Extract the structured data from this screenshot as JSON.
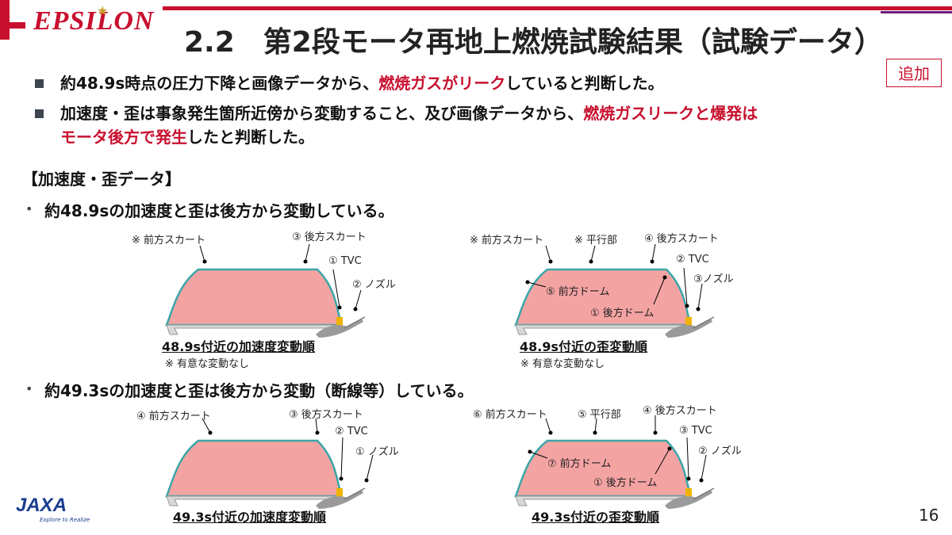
{
  "header": {
    "logo_text": "EPSILON",
    "title": "2.2　第2段モータ再地上燃焼試験結果（試験データ）",
    "tag": "追加"
  },
  "bullets": [
    {
      "parts": [
        {
          "text": "約48.9s時点の圧力下降と画像データから、"
        },
        {
          "text": "燃焼ガスがリーク",
          "highlight": true
        },
        {
          "text": "していると判断した。"
        }
      ]
    },
    {
      "line1": [
        {
          "text": "加速度・歪は事象発生箇所近傍から変動すること、及び画像データから、"
        },
        {
          "text": "燃焼ガスリークと爆発は",
          "highlight": true
        }
      ],
      "line2": [
        {
          "text": "モータ後方で発生",
          "highlight": true
        },
        {
          "text": "したと判断した。"
        }
      ]
    }
  ],
  "section_heading": "【加速度・歪データ】",
  "sub_bullets": [
    "約48.9sの加速度と歪は後方から変動している。",
    "約49.3sの加速度と歪は後方から変動（断線等）している。"
  ],
  "diagrams": {
    "d1": {
      "labels": [
        "※ 前方スカート",
        "③ 後方スカート",
        "① TVC",
        "② ノズル"
      ],
      "caption": "48.9s付近の加速度変動順",
      "note": "※ 有意な変動なし"
    },
    "d2": {
      "labels": [
        "※ 前方スカート",
        "※ 平行部",
        "④ 後方スカート",
        "② TVC",
        "③ノズル",
        "⑤ 前方ドーム",
        "① 後方ドーム"
      ],
      "caption": "48.9s付近の歪変動順",
      "note": "※ 有意な変動なし"
    },
    "d3": {
      "labels": [
        "④ 前方スカート",
        "③ 後方スカート",
        "② TVC",
        "① ノズル"
      ],
      "caption": "49.3s付近の加速度変動順"
    },
    "d4": {
      "labels": [
        "⑥ 前方スカート",
        "⑤ 平行部",
        "④ 後方スカート",
        "③ TVC",
        "② ノズル",
        "⑦ 前方ドーム",
        "① 後方ドーム"
      ],
      "caption": "49.3s付近の歪変動順"
    }
  },
  "footer": {
    "logo_text": "JAXA",
    "logo_sub": "Explore to Realize",
    "page_number": "16"
  },
  "colors": {
    "accent_red": "#c8102e",
    "motor_fill": "#f4a3a3",
    "motor_edge": "#3aa6a8",
    "tvc": "#f0b400"
  }
}
